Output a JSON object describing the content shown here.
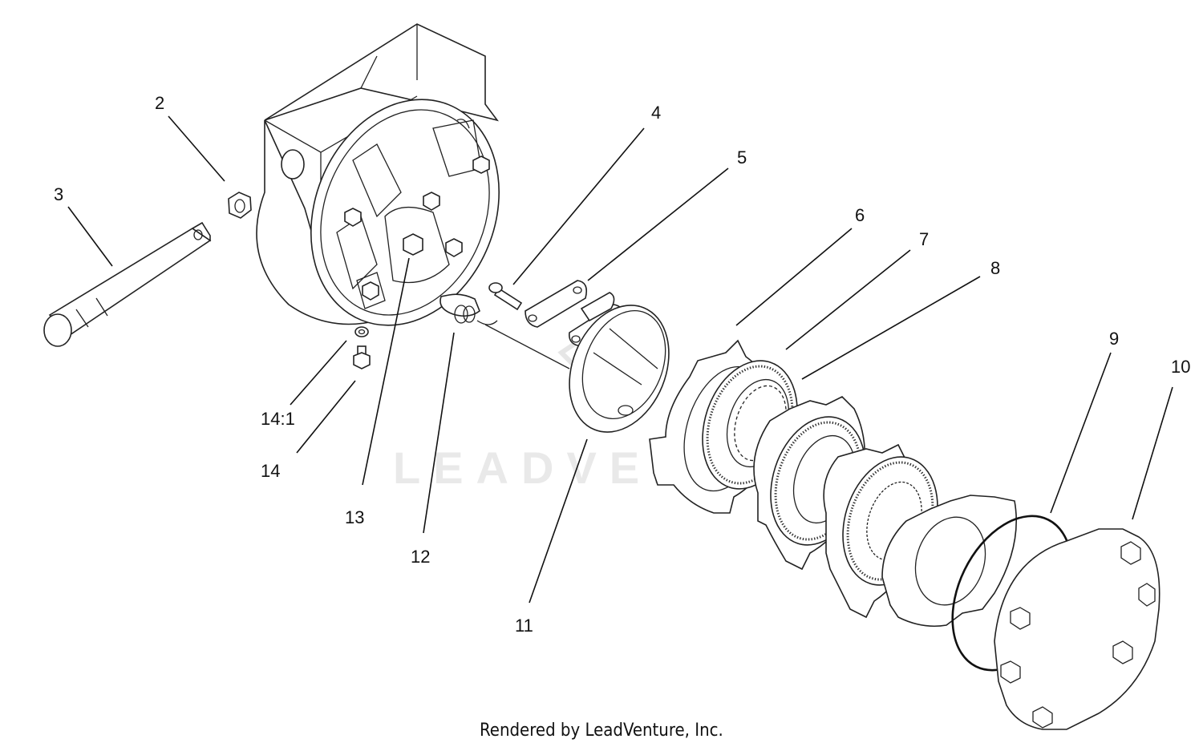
{
  "callouts": {
    "c2": "2",
    "c3": "3",
    "c4": "4",
    "c5": "5",
    "c6": "6",
    "c7": "7",
    "c8": "8",
    "c9": "9",
    "c10": "10",
    "c11": "11",
    "c12": "12",
    "c13": "13",
    "c14": "14",
    "c14_1": "14:1"
  },
  "watermark": "LEADVENTURE",
  "footer": "Rendered by LeadVenture, Inc."
}
